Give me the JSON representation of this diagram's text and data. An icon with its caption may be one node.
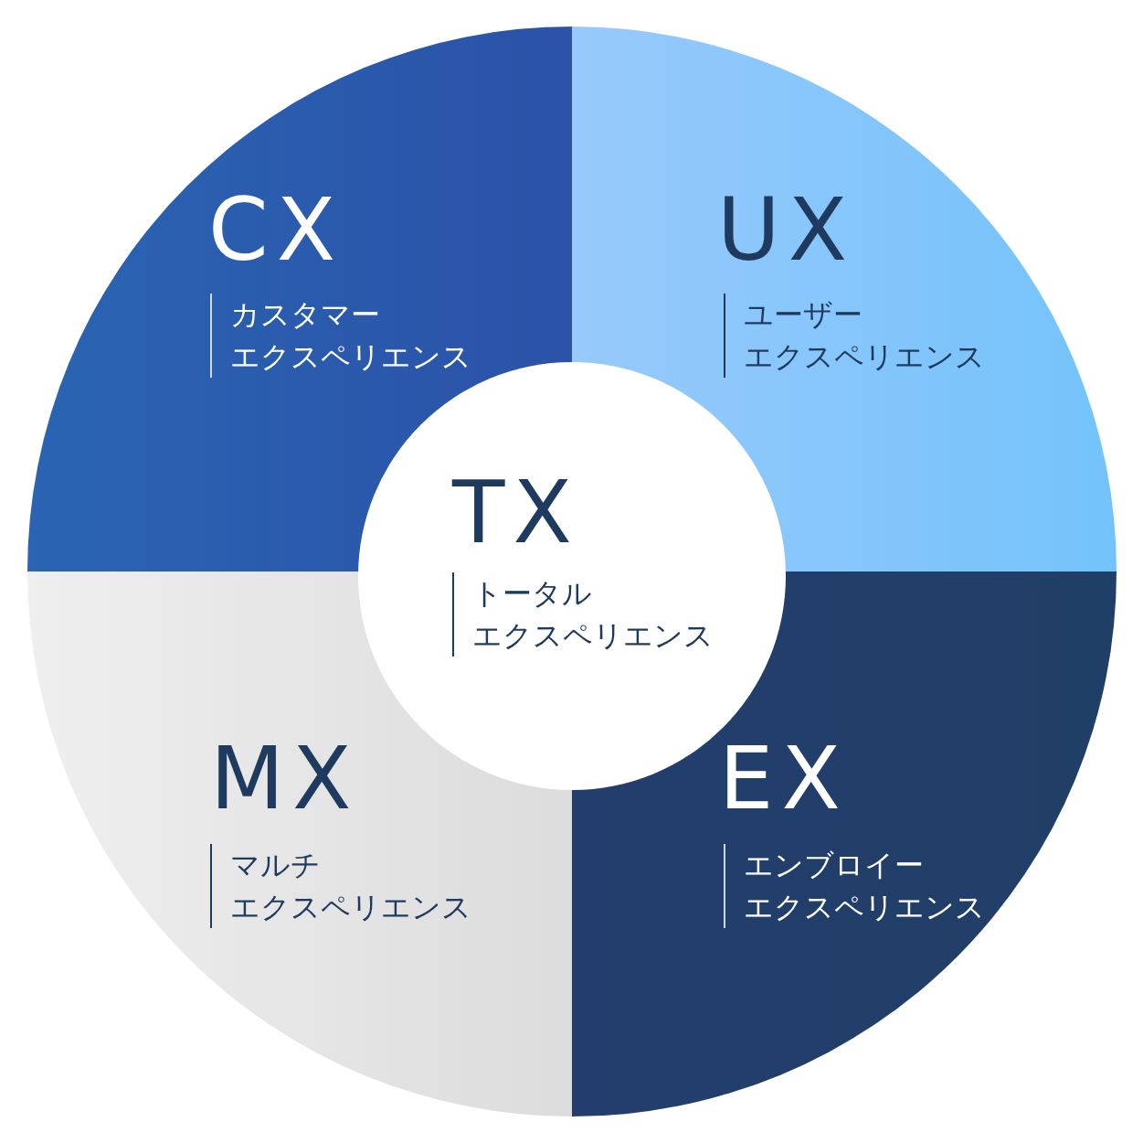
{
  "diagram": {
    "nodes": [
      {
        "text": [
          "CX",
          "カスタマーエクスペリエンス"
        ]
      },
      {
        "text": [
          "UX",
          "ユーザーエクスペリエンス"
        ]
      },
      {
        "text": [
          "TX",
          "トータルエクスペリエンス"
        ]
      },
      {
        "text": [
          "MX",
          "マルチエクスペリエンス"
        ]
      },
      {
        "text": [
          "EX",
          "エンブロイーエクスペリエンス"
        ]
      }
    ]
  }
}
